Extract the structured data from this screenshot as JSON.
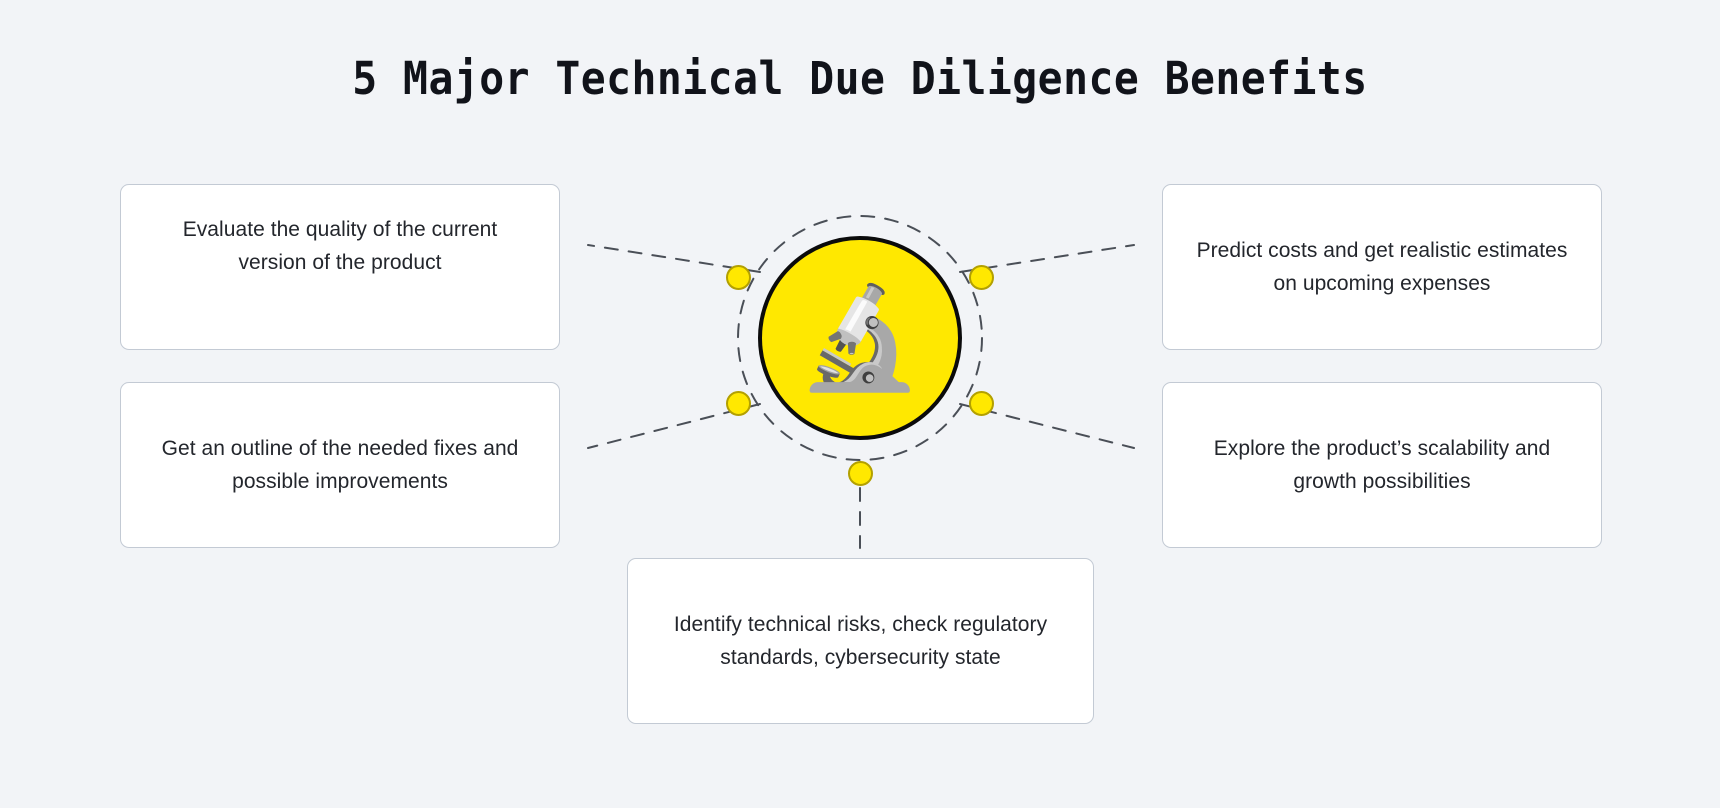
{
  "page": {
    "title": "5 Major Technical Due Diligence Benefits",
    "background_color": "#f2f4f7"
  },
  "center": {
    "icon": "microscope-icon",
    "glyph": "🔬",
    "circle_color": "#ffe800",
    "border_color": "#0b0b0b"
  },
  "connector": {
    "line_color": "#4a4f57",
    "node_color": "#ffe800",
    "node_border_color": "#b3a000"
  },
  "cards": [
    {
      "id": "evaluate-quality",
      "text": "Evaluate the quality of the current version of the product"
    },
    {
      "id": "outline-fixes",
      "text": "Get an outline of the needed fixes and possible improvements"
    },
    {
      "id": "predict-costs",
      "text": "Predict costs and get realistic estimates on upcoming expenses"
    },
    {
      "id": "explore-scalability",
      "text": "Explore the product’s scalability and growth possibilities"
    },
    {
      "id": "identify-risks",
      "text": "Identify technical risks, check regulatory standards, cybersecurity state"
    }
  ]
}
